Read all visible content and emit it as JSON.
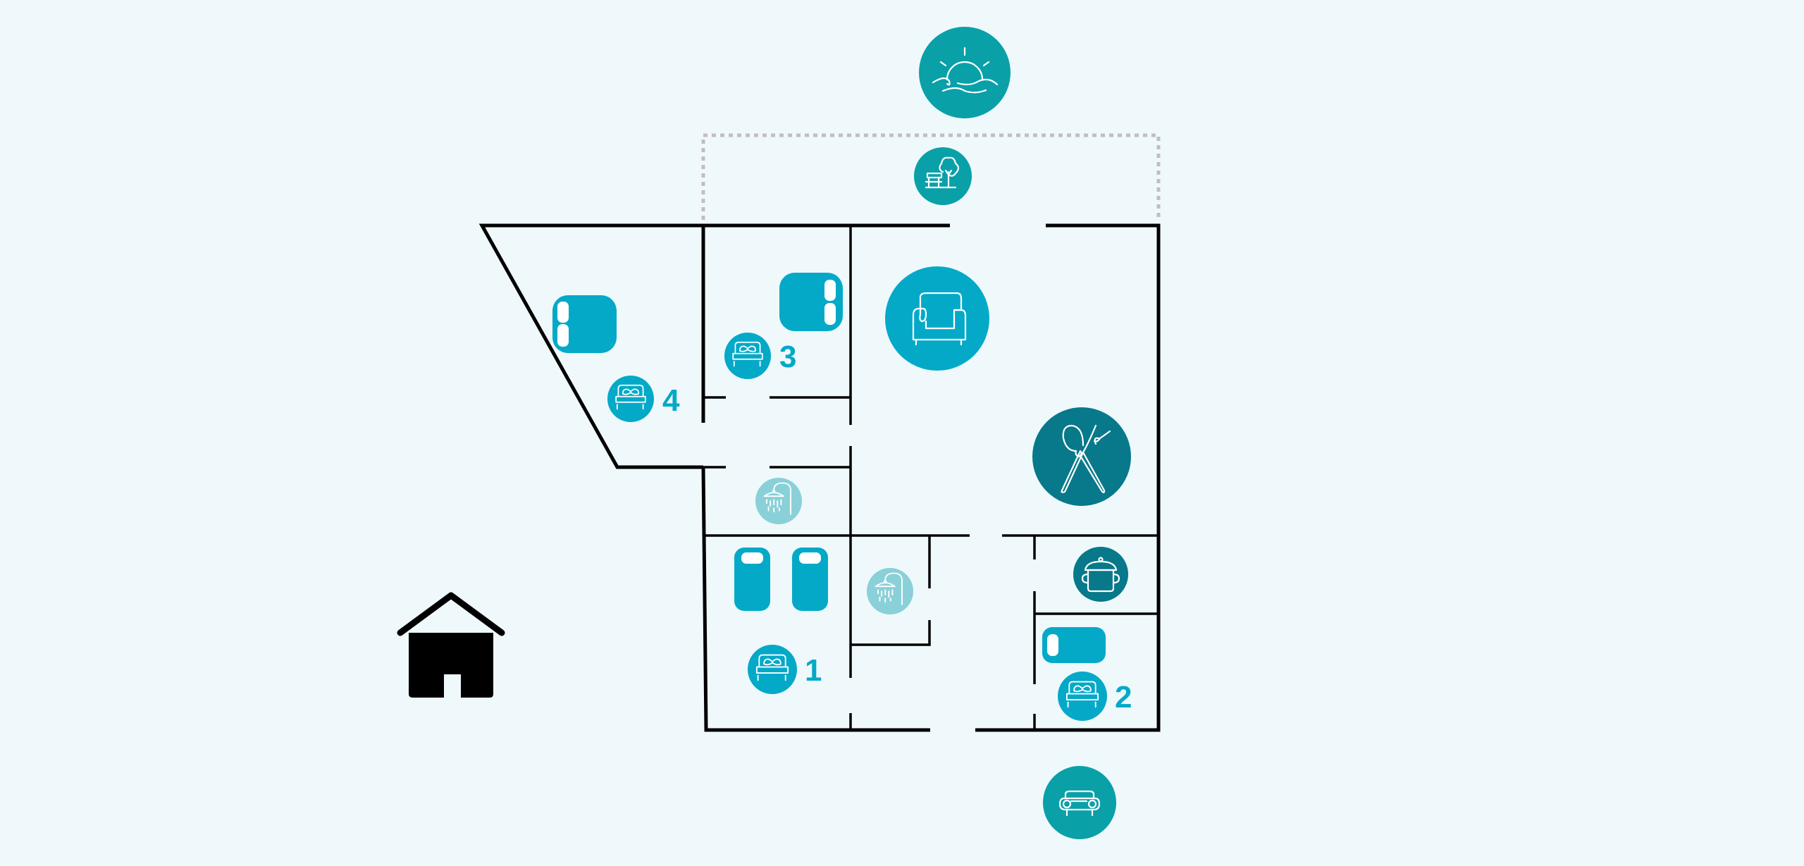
{
  "colors": {
    "background": "#eff9fc",
    "walls": "#000000",
    "terrace_outline": "#c4bcc4",
    "bedroom": "#04a9c8",
    "outdoor": "#0aa0a8",
    "dining": "#07798a",
    "bathroom": "#8ad0d8",
    "room_number": "#04a9c8"
  },
  "legend": {
    "house_icon": "house-icon"
  },
  "outdoor": [
    {
      "id": "sea-view",
      "icon": "sunset-sea-icon"
    },
    {
      "id": "garden",
      "icon": "garden-bench-tree-icon"
    },
    {
      "id": "parking",
      "icon": "car-icon"
    }
  ],
  "rooms": {
    "living": {
      "icon": "sofa-icon"
    },
    "dining": {
      "icon": "fork-spoon-icon"
    },
    "kitchen": {
      "icon": "cooking-pot-icon"
    },
    "bathroom_1": {
      "icon": "shower-icon"
    },
    "bathroom_2": {
      "icon": "shower-icon"
    },
    "bedrooms": [
      {
        "number": "1",
        "icon": "double-bed-icon",
        "beds": [
          "single-bed",
          "single-bed"
        ]
      },
      {
        "number": "2",
        "icon": "double-bed-icon",
        "beds": [
          "single-bed"
        ]
      },
      {
        "number": "3",
        "icon": "double-bed-icon",
        "beds": [
          "double-bed"
        ]
      },
      {
        "number": "4",
        "icon": "double-bed-icon",
        "beds": [
          "double-bed"
        ]
      }
    ]
  }
}
